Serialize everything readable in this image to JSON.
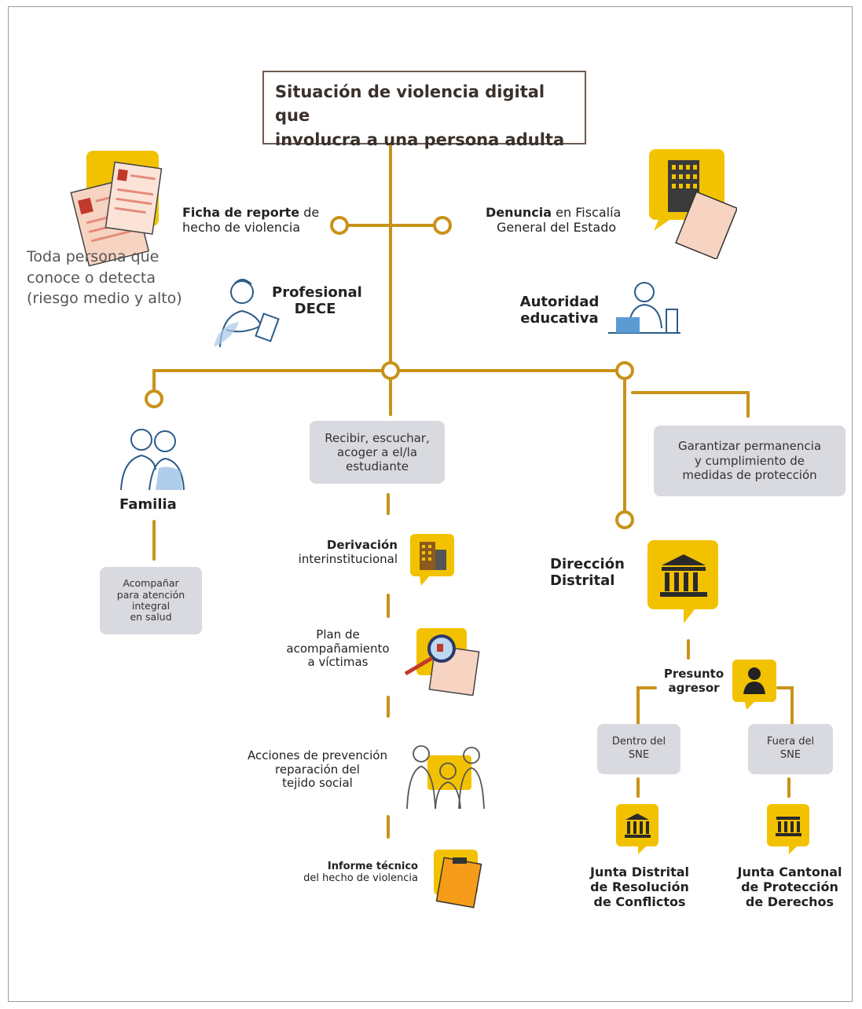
{
  "title_line1": "Situación de violencia digital que",
  "title_line2": "involucra a una persona adulta",
  "ficha": {
    "bold": "Ficha de reporte",
    "rest1": " de",
    "line2": "hecho de violencia"
  },
  "denuncia": {
    "bold": "Denuncia",
    "rest1": " en Fiscalía",
    "line2": "General del Estado"
  },
  "toda_persona": [
    "Toda persona que",
    "conoce o detecta",
    "(riesgo medio y alto)"
  ],
  "profesional": [
    "Profesional",
    "DECE"
  ],
  "autoridad": [
    "Autoridad",
    "educativa"
  ],
  "familia": "Familia",
  "acompanar": [
    "Acompañar",
    "para atención",
    "integral",
    "en salud"
  ],
  "recibir": [
    "Recibir, escuchar,",
    "acoger a el/la",
    "estudiante"
  ],
  "garantizar": [
    "Garantizar permanencia",
    "y cumplimiento de",
    "medidas de protección"
  ],
  "derivacion": {
    "bold": "Derivación",
    "line2": "interinstitucional"
  },
  "plan": [
    "Plan de",
    "acompañamiento",
    "a víctimas"
  ],
  "acciones": [
    "Acciones de prevención",
    "reparación del",
    "tejido social"
  ],
  "informe": {
    "bold": "Informe técnico",
    "line2": "del hecho de violencia"
  },
  "direccion": [
    "Dirección",
    "Distrital"
  ],
  "presunto": [
    "Presunto",
    "agresor"
  ],
  "dentro": [
    "Dentro del",
    "SNE"
  ],
  "fuera": [
    "Fuera del",
    "SNE"
  ],
  "junta_distrital": [
    "Junta Distrital",
    "de Resolución",
    "de Conflictos"
  ],
  "junta_cantonal": [
    "Junta Cantonal",
    "de Protección",
    "de Derechos"
  ],
  "colors": {
    "line": "#c8921a",
    "accent": "#f2c200",
    "grey": "#d9d9e0",
    "text": "#222222"
  }
}
